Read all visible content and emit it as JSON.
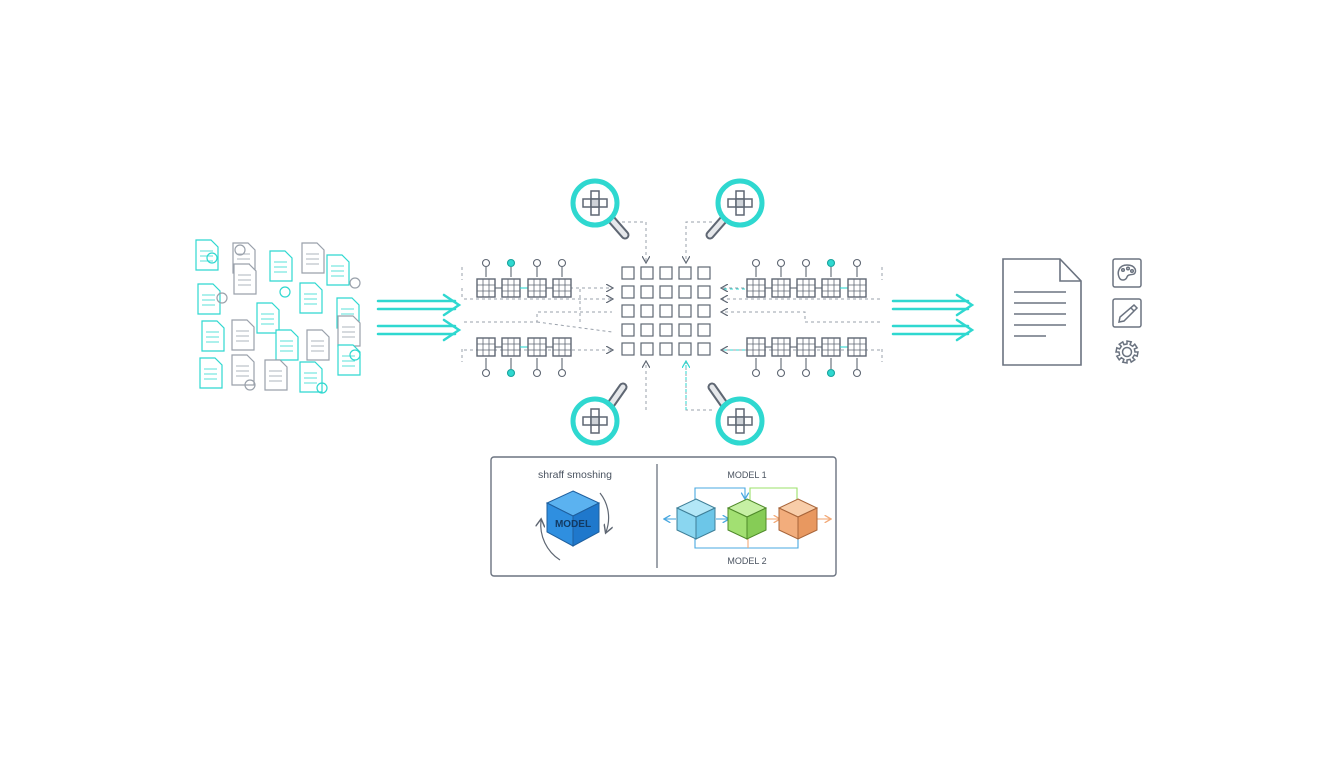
{
  "colors": {
    "accent": "#2fd8d0",
    "stroke": "#5f6773",
    "light_stroke": "#9aa1ab",
    "cube_blue": "#2f8fe0",
    "cube_cyan": "#7fd3f0",
    "cube_green": "#9be06a",
    "cube_orange": "#f2a977"
  },
  "panel": {
    "left_caption": "shraff smoshing",
    "cube_text": "MODEL",
    "model1_label": "MODEL 1",
    "model2_label": "MODEL 2"
  },
  "icons": {
    "output_document": "document-icon",
    "palette": "palette-icon",
    "pen": "pen-icon",
    "settings": "gear-icon",
    "magnifier": "magnifier-icon"
  }
}
